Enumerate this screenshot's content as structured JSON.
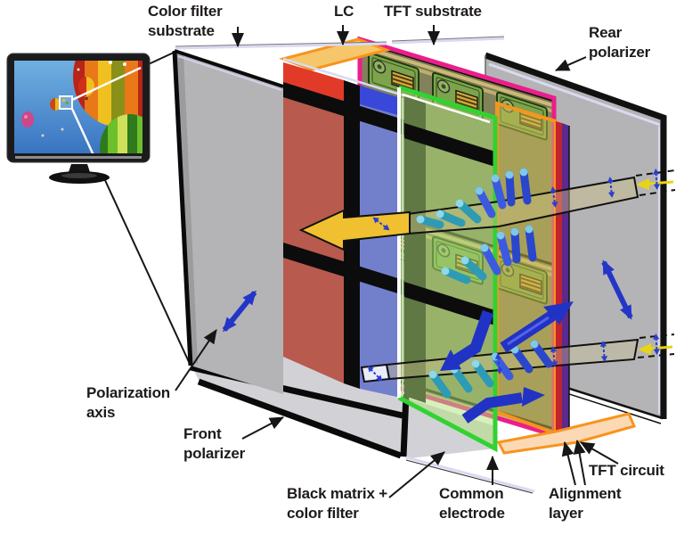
{
  "figure": {
    "type": "lcd-panel-exploded-diagram",
    "labels": {
      "color_filter_substrate": "Color filter\nsubstrate",
      "lc": "LC",
      "tft_substrate": "TFT substrate",
      "rear_polarizer": "Rear\npolarizer",
      "polarization_axis": "Polarization\naxis",
      "front_polarizer": "Front\npolarizer",
      "black_matrix_color_filter": "Black matrix +\ncolor filter",
      "common_electrode": "Common\nelectrode",
      "alignment_layer": "Alignment\nlayer",
      "tft_circuit": "TFT circuit"
    },
    "colors": {
      "label_text": "#1e1a1b",
      "polarizer_gray": "#b4b4b6",
      "red_filter": "#b85a4e",
      "red_filter_bright": "#e23a28",
      "blue_filter": "#7280cc",
      "blue_filter_bright": "#3948d8",
      "lc_layer_face": "#f5c66a",
      "lc_orange_border": "#f7941d",
      "common_electrode_border": "#32d232",
      "alignment_border": "#f7941d",
      "alignment_floor": "#fcd9b5",
      "tft_frame_magenta": "#ea1e8c",
      "tft_interior_olive": "#82825a",
      "tft_circuit_purple": "#5b2a8e",
      "tft_circuit_crimson": "#c2232e",
      "glass_edge_lavender": "#d9d9f2",
      "light_arrow_yellow": "#f0c030",
      "lc_molecule_blue": "#2a46cc",
      "lc_molecule_teal": "#2e9bb5",
      "director_arrow_blue": "#2133c4",
      "polarization_arrow_blue": "#2336c8"
    }
  }
}
